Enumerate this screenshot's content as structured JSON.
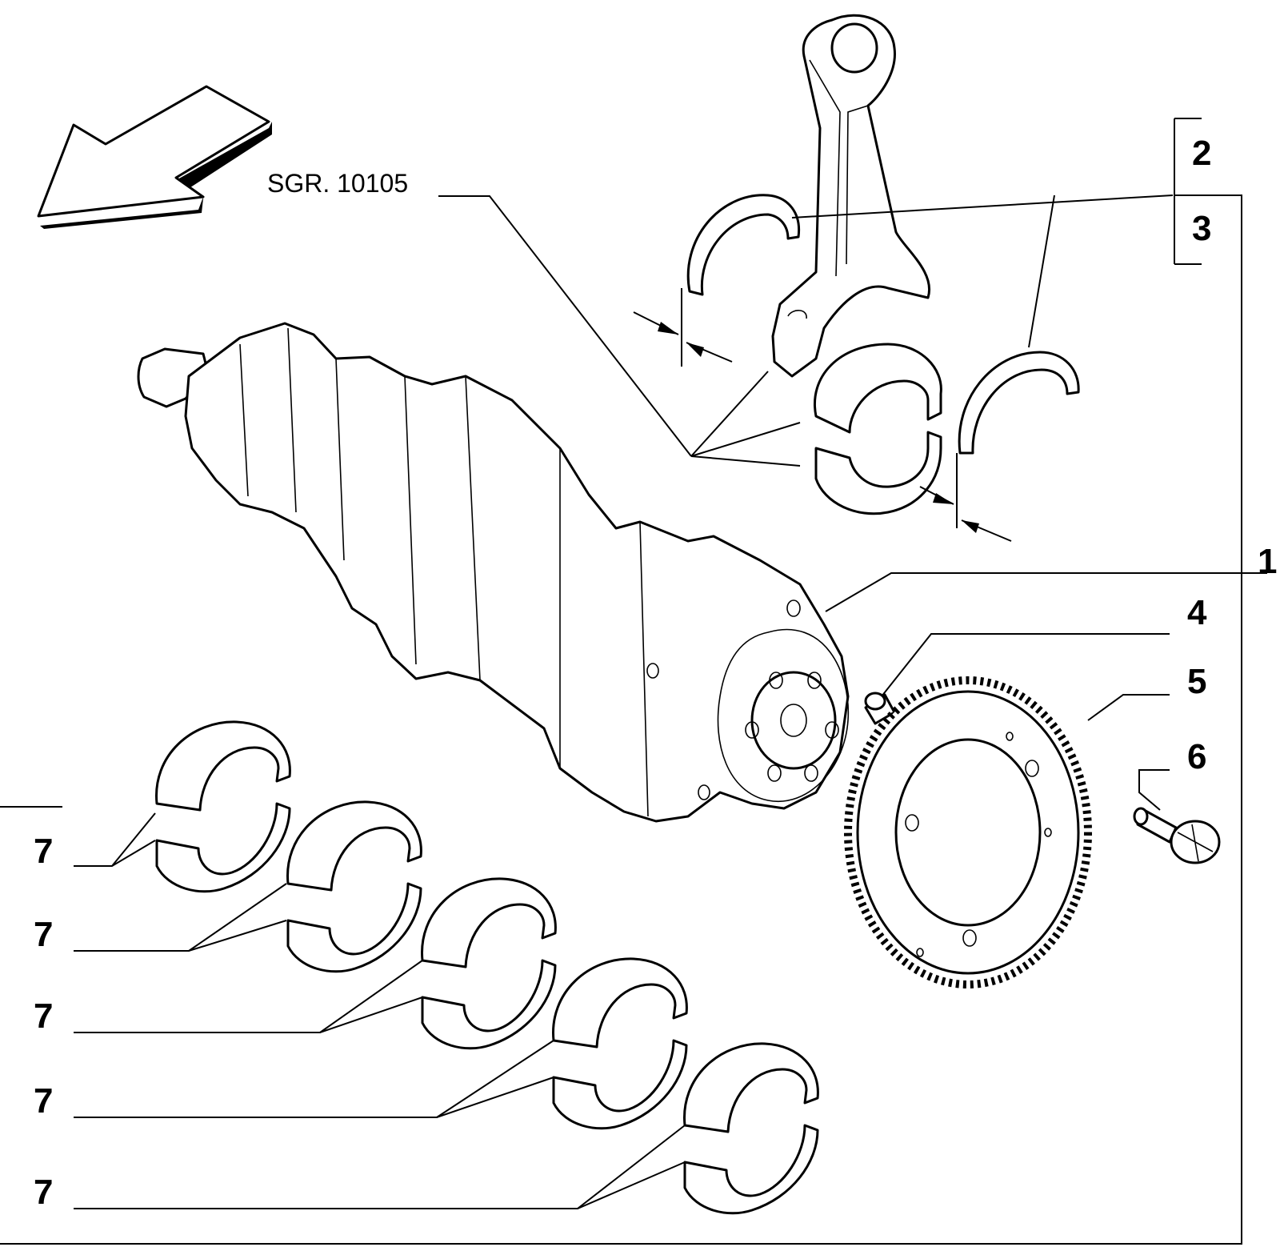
{
  "reference": "SGR. 10105",
  "callouts": {
    "c1": "1",
    "c2": "2",
    "c3": "3",
    "c4": "4",
    "c5": "5",
    "c6": "6",
    "c7": [
      "7",
      "7",
      "7",
      "7",
      "7"
    ]
  },
  "icons": {
    "direction_arrow": "direction-arrow-icon"
  },
  "colors": {
    "ink": "#000000",
    "paper": "#ffffff"
  }
}
